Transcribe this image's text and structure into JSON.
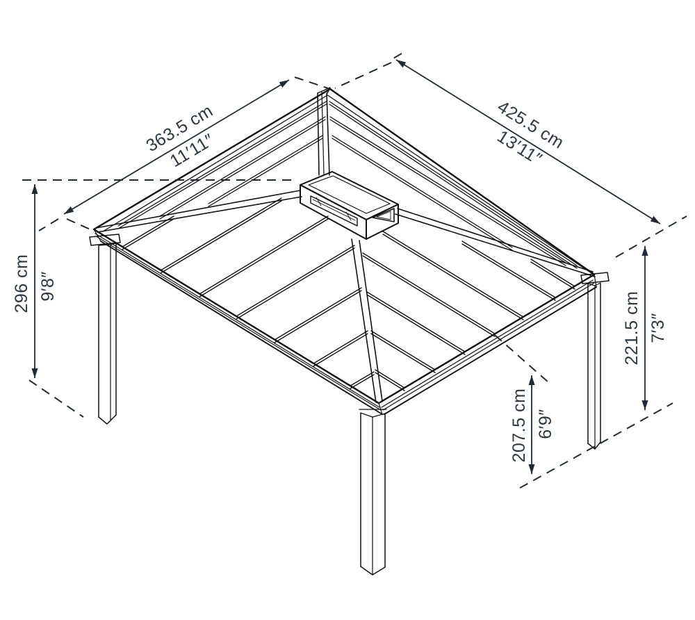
{
  "diagram": {
    "type": "isometric-line-drawing",
    "subject": "gazebo-dimensions",
    "colors": {
      "background": "#ffffff",
      "structure_line": "#111111",
      "dimension": "#2c3844"
    }
  },
  "dimensions": {
    "roof_left": {
      "metric": "363.5 cm",
      "imperial": "11′11″"
    },
    "roof_right": {
      "metric": "425.5 cm",
      "imperial": "13′11″"
    },
    "height_total": {
      "metric": "296 cm",
      "imperial": "9′8″"
    },
    "height_corner": {
      "metric": "221.5 cm",
      "imperial": "7′3″"
    },
    "height_clearance": {
      "metric": "207.5 cm",
      "imperial": "6′9″"
    }
  }
}
